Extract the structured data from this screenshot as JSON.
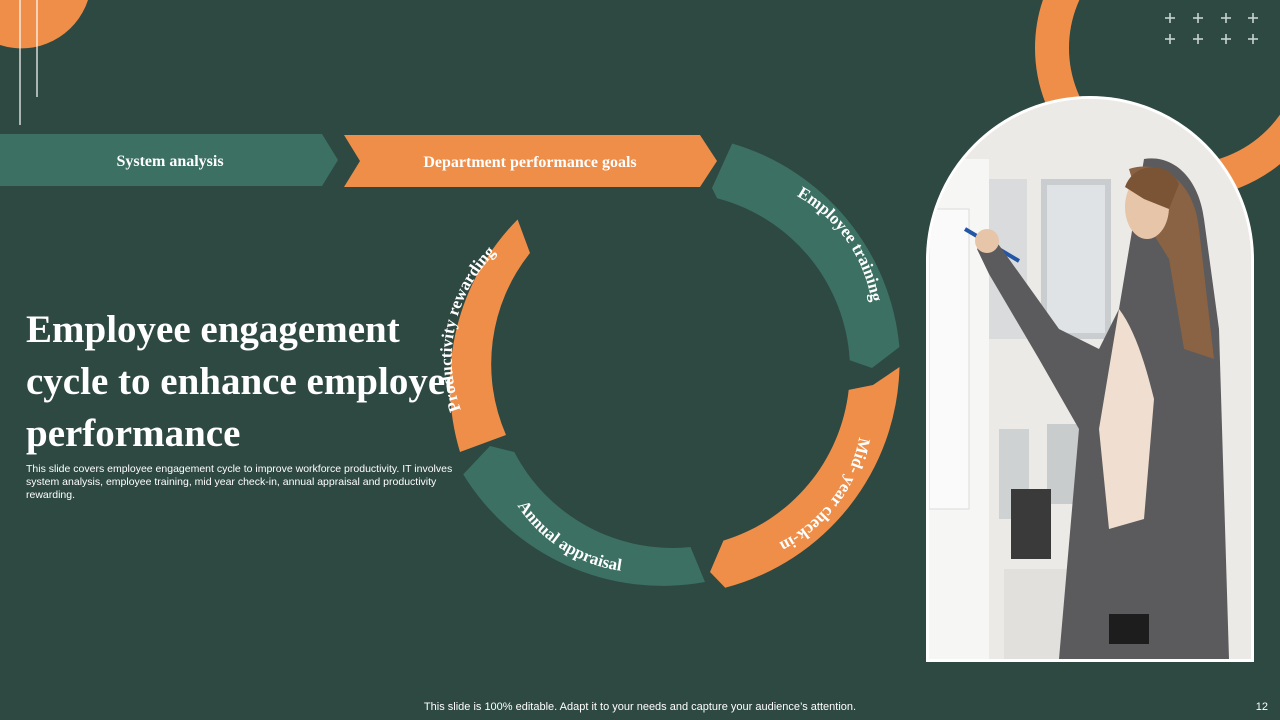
{
  "title": "Employee engagement cycle to enhance employee performance",
  "description": "This slide covers employee engagement cycle to improve workforce productivity. IT involves system analysis, employee training, mid year check-in, annual appraisal and productivity rewarding.",
  "arrows": {
    "system_analysis": "System analysis",
    "department_goals": "Department performance goals"
  },
  "cycle": {
    "employee_training": "Employee training",
    "mid_year_checkin": "Mid- year check-in",
    "annual_appraisal": "Annual appraisal",
    "productivity_rewarding": "Productivity rewarding"
  },
  "footer": "This slide is 100% editable. Adapt it to your needs and capture your audience’s attention.",
  "page_number": "12",
  "colors": {
    "background": "#2e4842",
    "teal": "#3b7063",
    "orange": "#ee8e48",
    "white": "#ffffff"
  },
  "icons": [
    "plus-icon"
  ]
}
